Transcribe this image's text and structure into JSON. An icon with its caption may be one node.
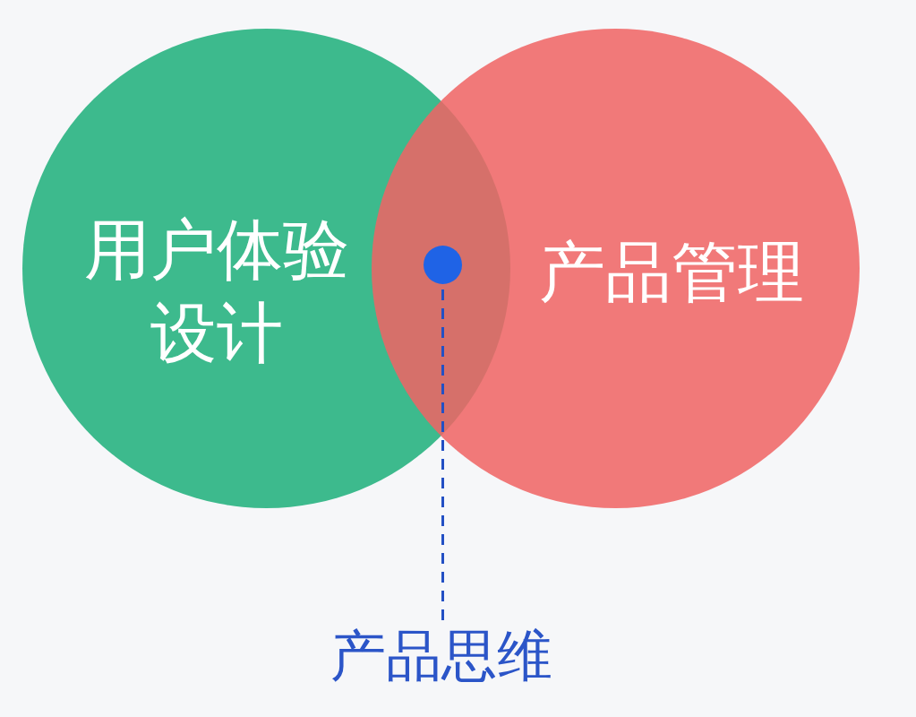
{
  "diagram": {
    "nodes": [
      {
        "text": [
          "用户体验设计"
        ]
      },
      {
        "text": [
          "产品管理"
        ]
      },
      {
        "text": [],
        "shape": "circle"
      },
      {
        "text": [
          "产品思维"
        ]
      }
    ],
    "edges": [
      {
        "from": 3,
        "to": 2,
        "arrow": "none",
        "style": "dashed"
      }
    ]
  }
}
